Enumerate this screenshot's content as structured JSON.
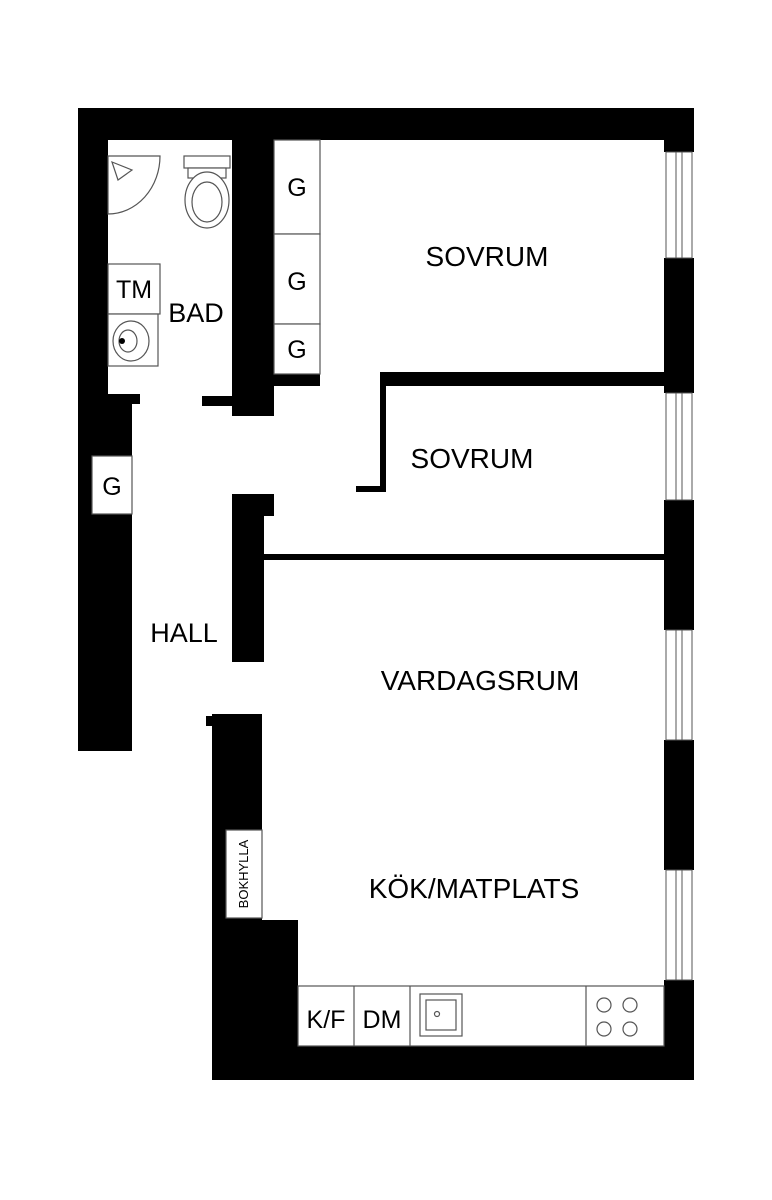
{
  "rooms": {
    "bedroom_1": "SOVRUM",
    "bedroom_2": "SOVRUM",
    "bathroom": "BAD",
    "hall": "HALL",
    "living_room": "VARDAGSRUM",
    "kitchen_dining": "KÖK/MATPLATS"
  },
  "fixtures": {
    "wardrobe": "G",
    "washing_machine": "TM",
    "fridge_freezer": "K/F",
    "dishwasher": "DM",
    "bookshelf": "BOKHYLLA"
  },
  "colors": {
    "wall": "#000000",
    "floor": "#ffffff",
    "line": "#555555"
  }
}
